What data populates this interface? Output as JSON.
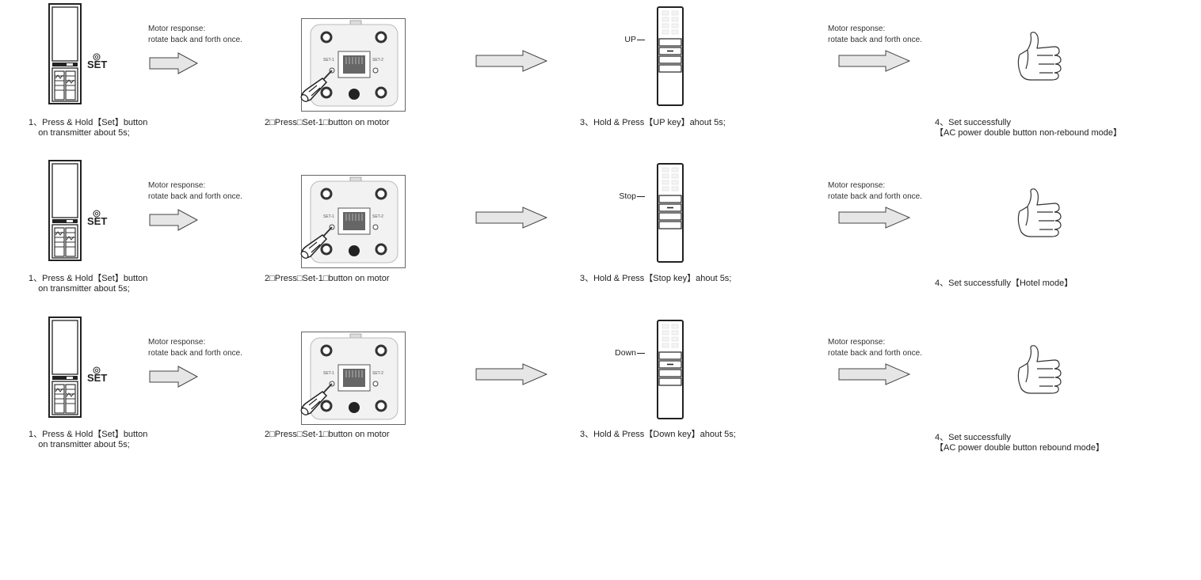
{
  "rows": [
    {
      "set_label": "SET",
      "response_a": "Motor response:\nrotate back and forth once.",
      "step1": "1、Press & Hold【Set】button\n    on transmitter about 5s;",
      "step2": "2□Press□Set-1□button on motor",
      "key_label": "UP",
      "step3": "3、Hold & Press【UP key】ahout 5s;",
      "response_b": "Motor response:\nrotate back and forth once.",
      "step4": "4、Set successfully\n【AC power double button non-rebound mode】"
    },
    {
      "set_label": "SET",
      "response_a": "Motor response:\nrotate back and forth once.",
      "step1": "1、Press & Hold【Set】button\n    on transmitter about 5s;",
      "step2": "2□Press□Set-1□button on motor",
      "key_label": "Stop",
      "step3": "3、Hold & Press【Stop key】ahout 5s;",
      "response_b": "Motor response:\nrotate back and forth once.",
      "step4": "4、Set successfully【Hotel mode】"
    },
    {
      "set_label": "SET",
      "response_a": "Motor response:\nrotate back and forth once.",
      "step1": "1、Press & Hold【Set】button\n    on transmitter about 5s;",
      "step2": "2□Press□Set-1□button on motor",
      "key_label": "Down",
      "step3": "3、Hold & Press【Down key】ahout 5s;",
      "response_b": "Motor response:\nrotate back and forth once.",
      "step4": "4、Set successfully\n【AC power double button rebound mode】"
    }
  ],
  "motor_labels": {
    "set1": "SET-1",
    "set2": "SET-2"
  },
  "icons": {
    "transmitter": "transmitter-back-icon",
    "arrow": "right-arrow-icon",
    "motor": "motor-head-icon",
    "screwdriver": "screwdriver-icon",
    "remote": "remote-front-icon",
    "thumbs_up": "thumbs-up-icon"
  },
  "colors": {
    "ink": "#222222",
    "arrow_fill": "#e6e6e6",
    "motor_body": "#f2f2f2"
  }
}
